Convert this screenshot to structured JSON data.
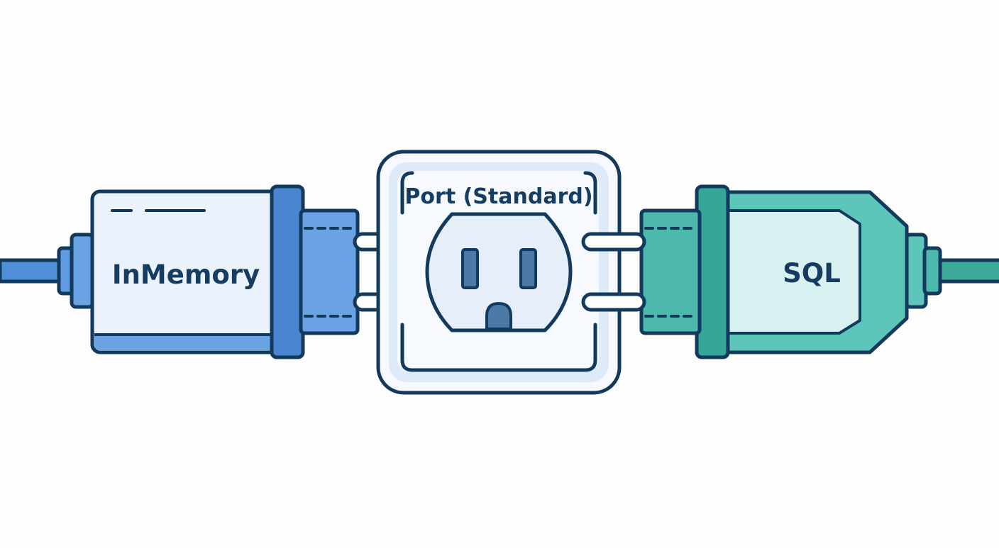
{
  "diagram": {
    "left_adapter": {
      "label": "InMemory",
      "colors": {
        "body_fill": "#eaf3fc",
        "accent": "#6aa3e3",
        "collar": "#4a86cf",
        "cable": "#4f8fd8"
      }
    },
    "port": {
      "label": "Port (Standard)",
      "colors": {
        "frame_fill": "#f6fafe",
        "inner_fill": "#ddeaf7",
        "socket_fill": "#e6eff9",
        "slot_fill": "#4b7aa9"
      }
    },
    "right_adapter": {
      "label": "SQL",
      "colors": {
        "body_fill": "#d7f2f0",
        "accent": "#5cc6bb",
        "collar": "#35a698",
        "cable": "#3ca99b"
      }
    },
    "colors": {
      "outline": "#133a5c",
      "label_text": "#163d61",
      "background": "#fdfdfd"
    }
  }
}
